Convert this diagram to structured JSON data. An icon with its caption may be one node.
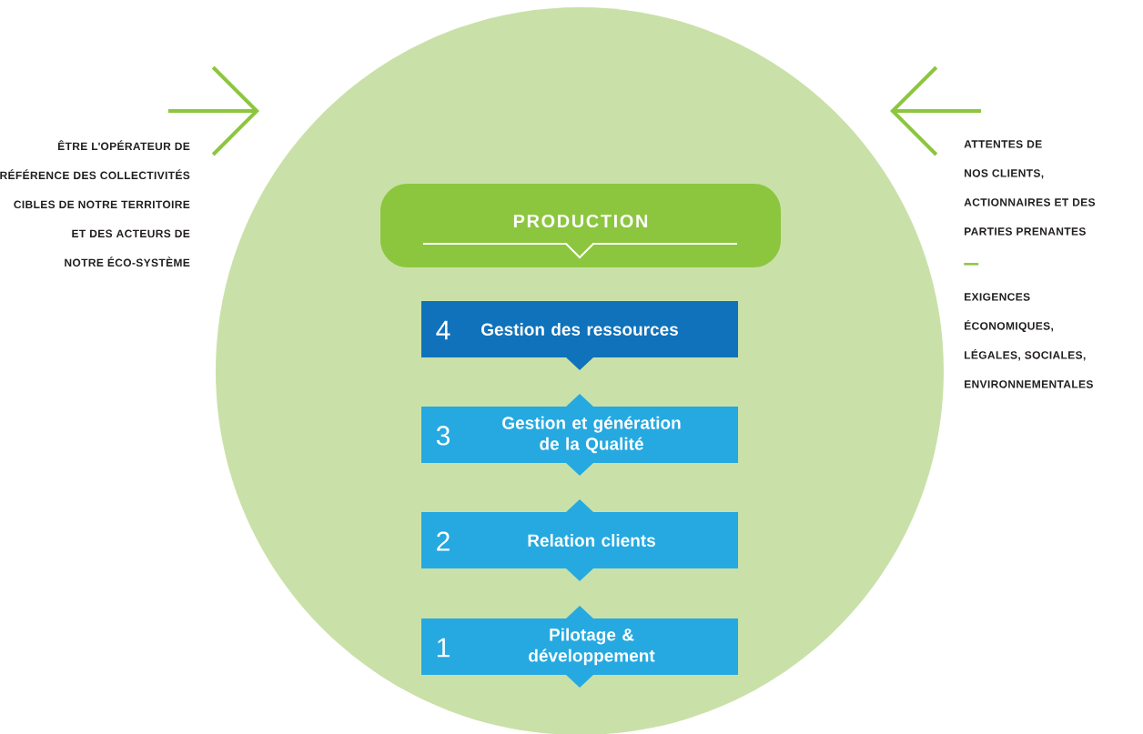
{
  "diagram": {
    "nodes": [
      {
        "text": [
          "ÊTRE L'OPÉRATEUR DE RÉFÉRENCE DES COLLECTIVITÉS CIBLES DE NOTRE TERRITOIRE ET DES ACTEURS DE NOTRE ÉCO-SYSTÈME"
        ]
      },
      {
        "text": [
          "ATTENTES DE NOS CLIENTS, ACTIONNAIRES ET DES PARTIES PRENANTES",
          "EXIGENCES ÉCONOMIQUES, LÉGALES, SOCIALES, ENVIRONNEMENTALES"
        ]
      },
      {
        "text": [
          "PRODUCTION"
        ]
      },
      {
        "text": [
          "4",
          "Gestion des ressources"
        ]
      },
      {
        "text": [
          "3",
          "Gestion et génération de la Qualité"
        ]
      },
      {
        "text": [
          "2",
          "Relation clients"
        ]
      },
      {
        "text": [
          "1",
          "Pilotage & développement"
        ]
      }
    ]
  }
}
